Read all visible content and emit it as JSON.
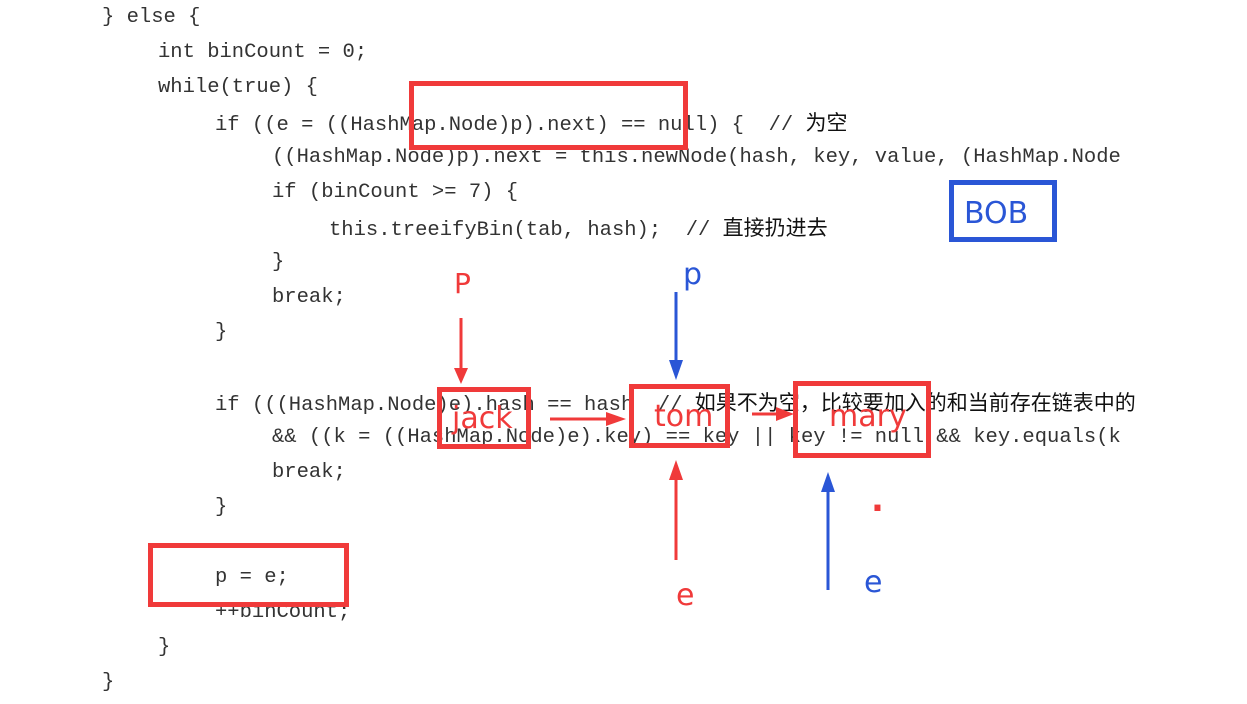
{
  "code": {
    "lines": [
      "} else {",
      "int binCount = 0;",
      "while(true) {",
      "if ((e = ((HashMap.Node)p).next) == null) {  // ",
      "((HashMap.Node)p).next = this.newNode(hash, key, value, (HashMap.Node",
      "if (binCount >= 7) {",
      "this.treeifyBin(tab, hash);  // ",
      "}",
      "break;",
      "}",
      "if (((HashMap.Node)e).hash == hash  // ",
      "&& ((k = ((HashMap.Node)e).key) == key || key != null && key.equals(k",
      "break;",
      "}",
      "p = e;",
      "++binCount;",
      "}",
      "}"
    ],
    "comments": {
      "line4": "为空",
      "line7": "直接扔进去",
      "line11": "如果不为空，比较要加入的和当前存在链表中的"
    }
  },
  "annotations": {
    "bob": "BOB",
    "P_upper": "P",
    "p_lower": "p",
    "jack": "jack",
    "tom": "tom",
    "mary": "mary",
    "e_red": "e",
    "e_blue": "e",
    "dot": "."
  },
  "colors": {
    "red": "#f03a3a",
    "blue": "#2a56d6",
    "code": "#333333"
  }
}
